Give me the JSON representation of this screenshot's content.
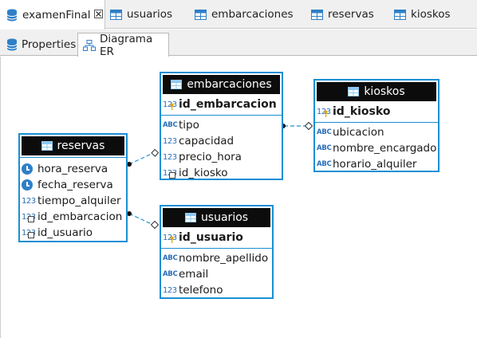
{
  "editor_tabs": [
    {
      "label": "examenFinal",
      "icon": "database-icon",
      "active": true,
      "closable": true
    },
    {
      "label": "usuarios",
      "icon": "table-icon"
    },
    {
      "label": "embarcaciones",
      "icon": "table-icon"
    },
    {
      "label": "reservas",
      "icon": "table-icon"
    },
    {
      "label": "kioskos",
      "icon": "table-icon"
    }
  ],
  "sub_tabs": [
    {
      "label": "Properties",
      "icon": "database-icon"
    },
    {
      "label": "Diagrama ER",
      "icon": "er-diagram-icon",
      "active": true
    }
  ],
  "type_badges": {
    "abc": "ABC",
    "num": "123"
  },
  "entities": {
    "embarcaciones": {
      "title": "embarcaciones",
      "pk": "id_embarcacion",
      "columns": [
        "tipo",
        "capacidad",
        "precio_hora",
        "id_kiosko"
      ]
    },
    "kioskos": {
      "title": "kioskos",
      "pk": "id_kiosko",
      "columns": [
        "ubicacion",
        "nombre_encargado",
        "horario_alquiler"
      ]
    },
    "reservas": {
      "title": "reservas",
      "columns": [
        "hora_reserva",
        "fecha_reserva",
        "tiempo_alquiler",
        "id_embarcacion",
        "id_usuario"
      ]
    },
    "usuarios": {
      "title": "usuarios",
      "pk": "id_usuario",
      "columns": [
        "nombre_apellido",
        "email",
        "telefono"
      ]
    }
  },
  "colors": {
    "entity_border": "#1a8fd4",
    "entity_header": "#0c0c0c",
    "link": "#1a8fd4"
  }
}
